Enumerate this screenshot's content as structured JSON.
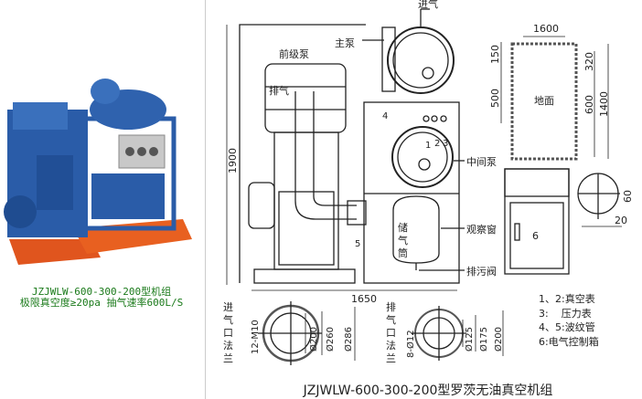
{
  "photo": {
    "caption_model": "JZJWLW-600-300-200型机组",
    "caption_specs": "极限真空度≥20pa  抽气速率600L/S"
  },
  "diagram": {
    "labels": {
      "inlet": "进气",
      "main_pump": "主泵",
      "fore_pump": "前级泵",
      "exhaust": "排气",
      "middle_pump": "中间泵",
      "observation_window": "观察窗",
      "drain_valve": "排污阀",
      "tank": [
        "储",
        "气",
        "筒"
      ],
      "floor": "地面",
      "control_box_num": "6",
      "num_1": "1",
      "num_2": "2",
      "num_3": "3",
      "num_4": "4",
      "num_5": "5"
    },
    "dimensions": {
      "height": "1900",
      "width": "1650",
      "floor_width": "1600",
      "d150": "150",
      "d500": "500",
      "d320": "320",
      "d600": "600",
      "d1400": "1400",
      "d60": "60",
      "d20": "20"
    },
    "inlet_flange": {
      "label": [
        "进",
        "气",
        "口",
        "法",
        "兰"
      ],
      "bolts": "12-M10",
      "d1": "Ø200",
      "d2": "Ø260",
      "d3": "Ø286"
    },
    "outlet_flange": {
      "label": [
        "排",
        "气",
        "口",
        "法",
        "兰"
      ],
      "bolts": "8-Ø12",
      "d1": "Ø125",
      "d2": "Ø175",
      "d3": "Ø200"
    },
    "legend": [
      "1、2:真空表",
      "3:    压力表",
      "4、5:波纹管",
      "6:电气控制箱"
    ],
    "title": "JZJWLW-600-300-200型罗茨无油真空机组"
  }
}
